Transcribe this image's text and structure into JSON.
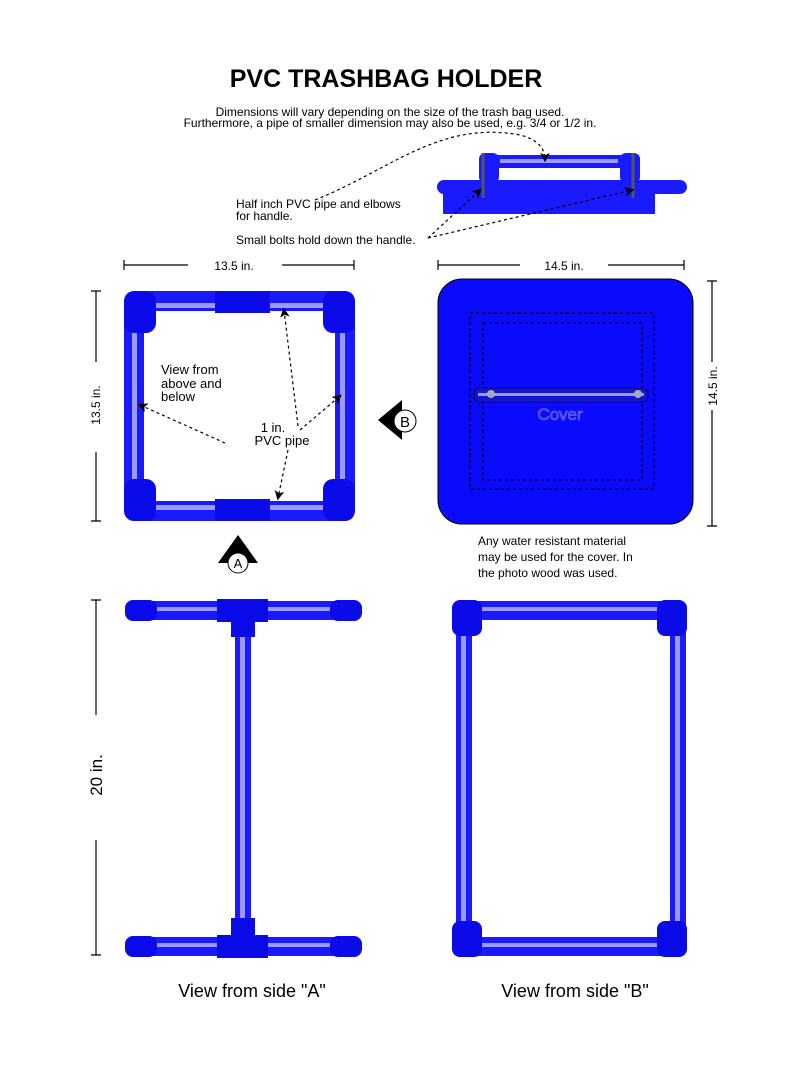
{
  "title": "PVC TRASHBAG HOLDER",
  "subtitle": {
    "line1": "Dimensions will vary depending on the size of the trash bag used.",
    "line2": "Furthermore, a pipe of smaller dimension may also be used, e.g. 3/4 or 1/2 in."
  },
  "handle_notes": {
    "line1": "Half inch PVC pipe and elbows",
    "line2": "for handle.",
    "bolts": "Small bolts hold down the handle."
  },
  "top_view": {
    "width_label": "13.5 in.",
    "height_label": "13.5 in.",
    "view_note": [
      "View from",
      "above and",
      "below"
    ],
    "pipe_note": [
      "1 in.",
      "PVC pipe"
    ]
  },
  "cover": {
    "width_label": "14.5 in.",
    "height_label": "14.5 in.",
    "label": "Cover",
    "note": [
      "Any water resistant material",
      "may be used for the cover. In",
      "the photo wood was used."
    ]
  },
  "markers": {
    "a": "A",
    "b": "B"
  },
  "side_views": {
    "height_label": "20 in.",
    "side_a_caption": "View from side \"A\"",
    "side_b_caption": "View from side \"B\""
  },
  "colors": {
    "pipe": "#1a1aff",
    "highlight": "#9a9aff"
  }
}
